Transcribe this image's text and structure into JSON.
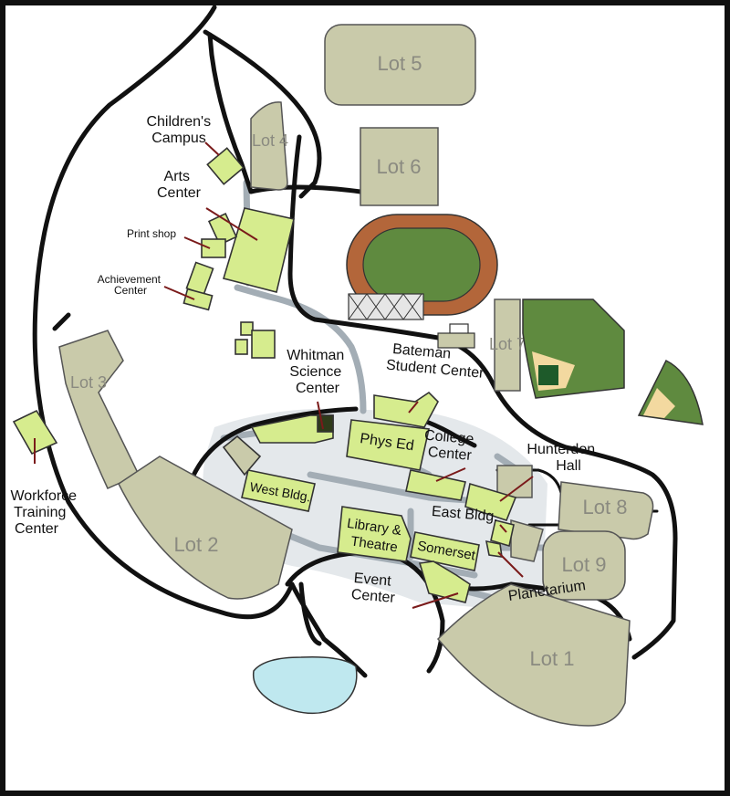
{
  "lots": {
    "lot1": "Lot 1",
    "lot2": "Lot 2",
    "lot3": "Lot 3",
    "lot4": "Lot 4",
    "lot5": "Lot 5",
    "lot6": "Lot 6",
    "lot7": "Lot 7",
    "lot8": "Lot 8",
    "lot9": "Lot 9"
  },
  "labels": {
    "childrens_campus": [
      "Children's",
      "Campus"
    ],
    "arts_center": [
      "Arts",
      "Center"
    ],
    "print_shop": "Print shop",
    "achievement_center": [
      "Achievement",
      "Center"
    ],
    "whitman_science_center": [
      "Whitman",
      "Science",
      "Center"
    ],
    "bateman_student_center": [
      "Bateman",
      "Student Center"
    ],
    "college_center": [
      "College",
      "Center"
    ],
    "hunterdon_hall": [
      "Hunterdon",
      "Hall"
    ],
    "east_bldg": "East Bldg.",
    "planetarium": "Planetarium",
    "event_center": [
      "Event",
      "Center"
    ],
    "workforce_training_center": [
      "Workforce",
      "Training",
      "Center"
    ]
  },
  "buildings": {
    "phys_ed": "Phys Ed",
    "west_bldg": "West Bldg.",
    "library_theatre": [
      "Library &",
      "Theatre"
    ],
    "somerset": "Somerset"
  },
  "colors": {
    "border": "#111111",
    "lot_fill": "#c9caaa",
    "building_fill": "#d6ec8e",
    "field_green": "#5f8a3f",
    "track_brown": "#b3663a",
    "pond_blue": "#bfe8ef",
    "walkway_gray": "#a3adb5",
    "leader_line": "#7a1a1a"
  }
}
